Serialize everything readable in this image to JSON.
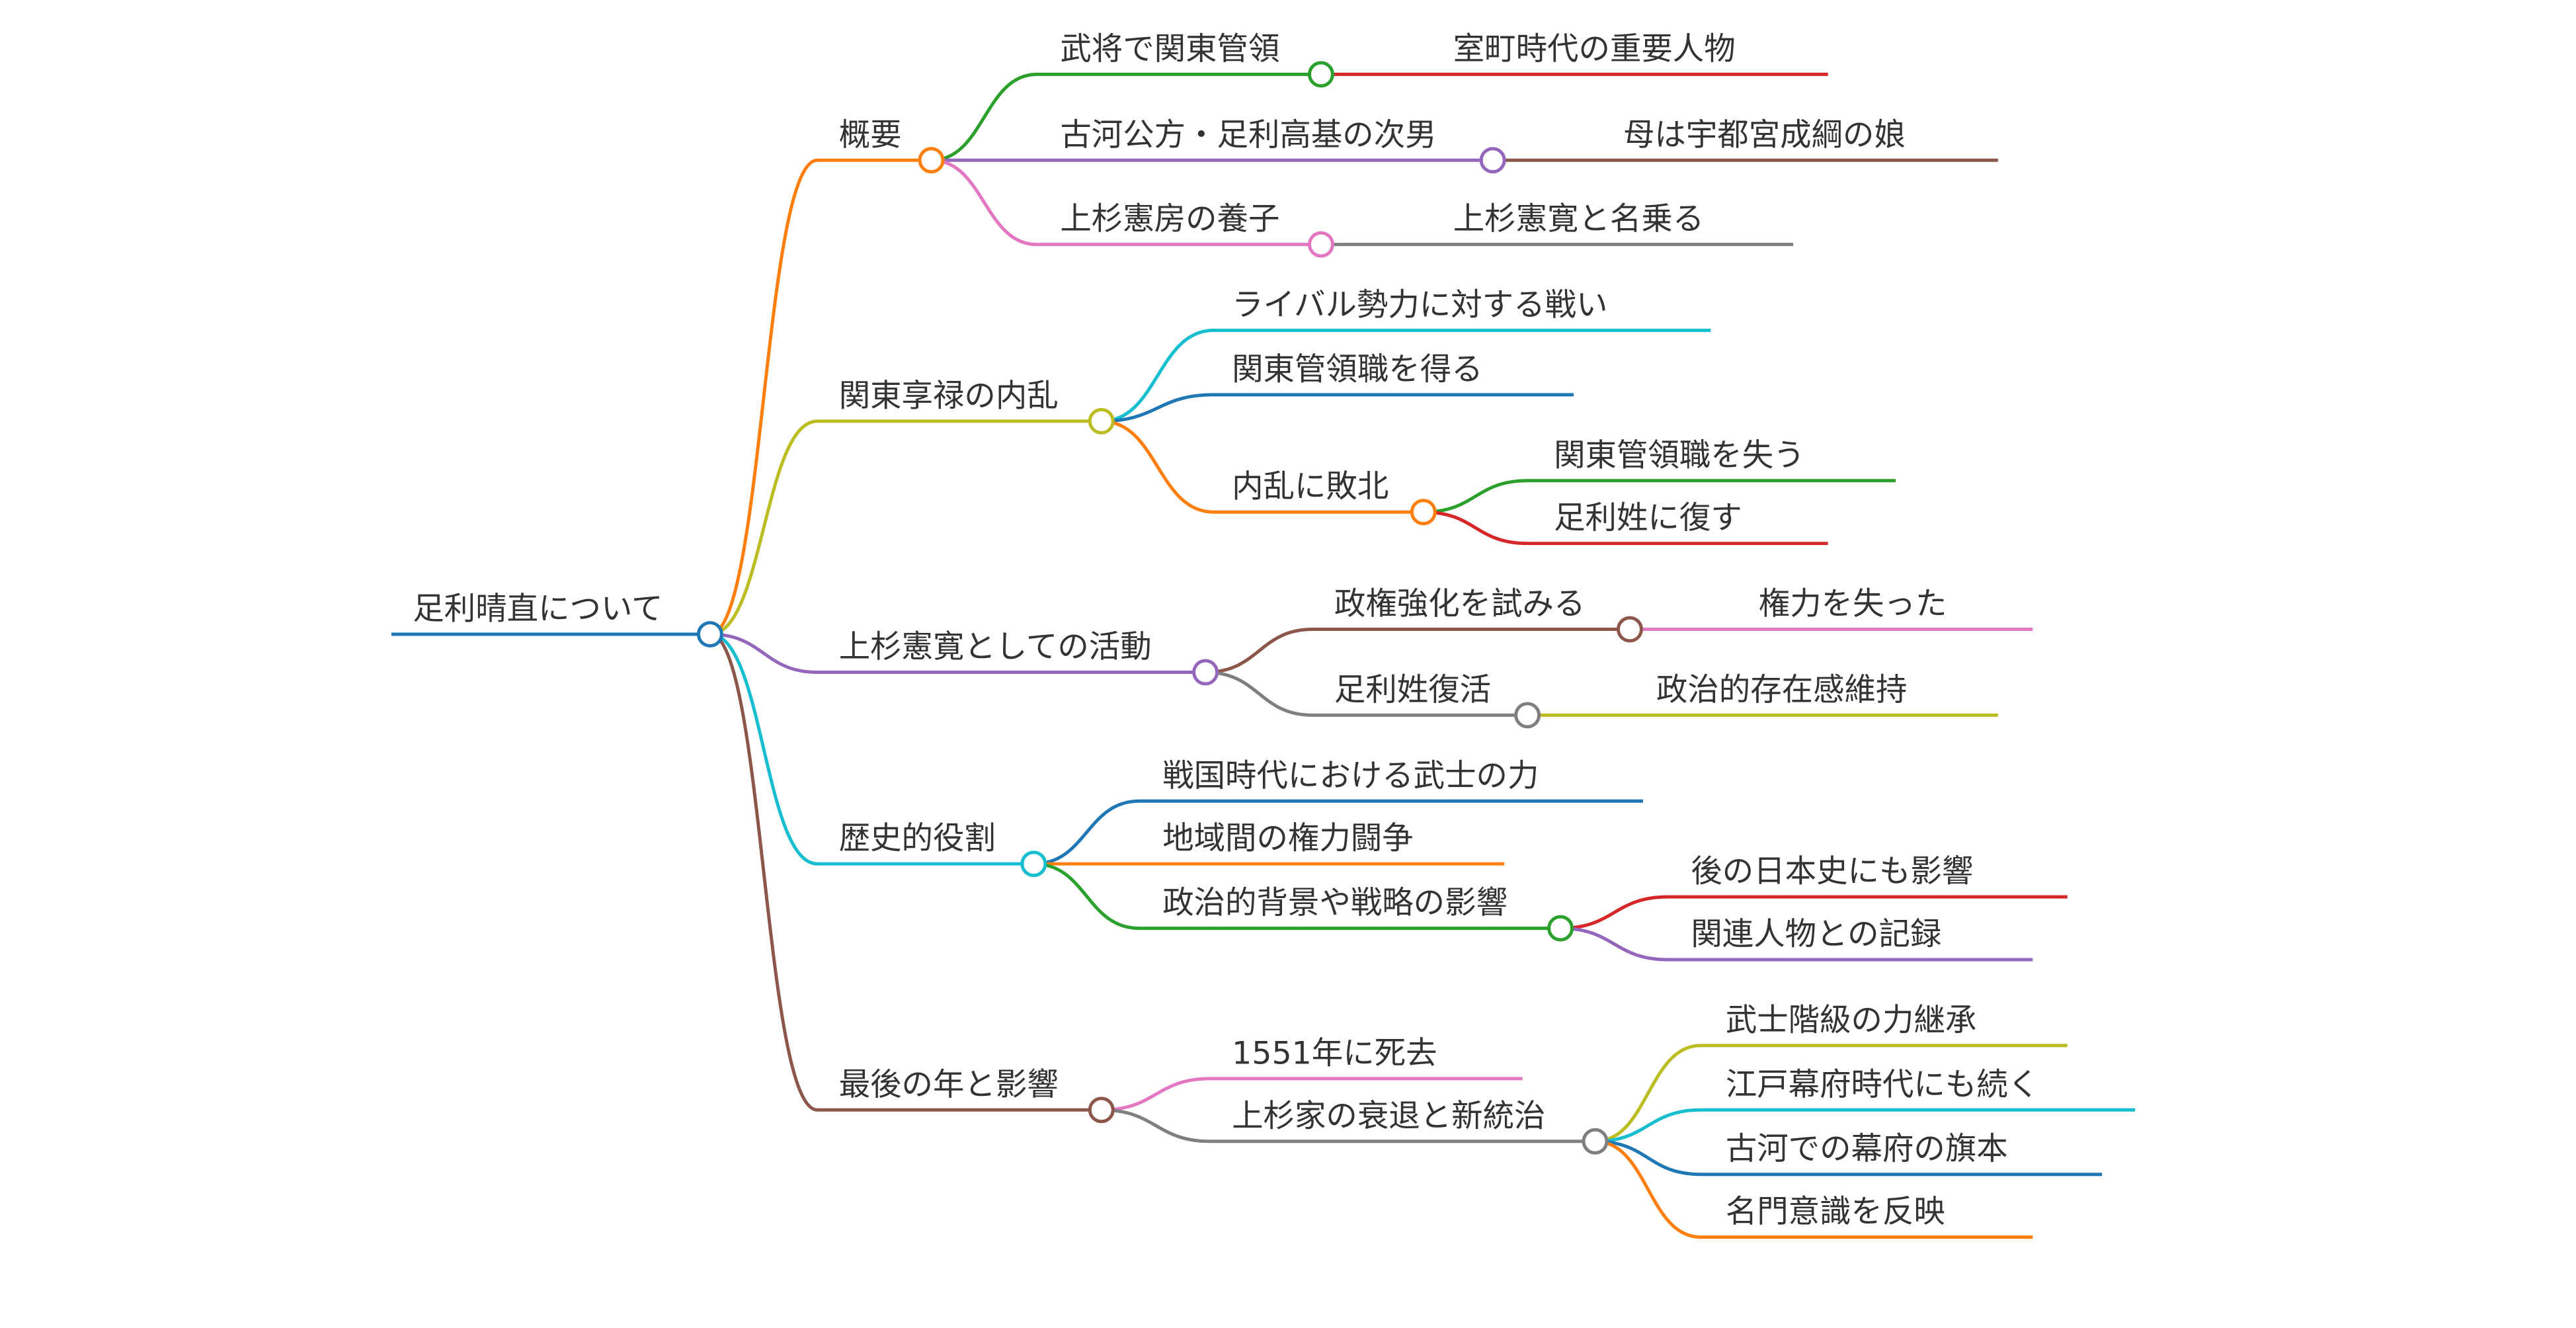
{
  "root": {
    "label": "足利晴直について",
    "color": "#1f77b4",
    "children": [
      {
        "label": "概要",
        "color": "#ff7f0e",
        "children": [
          {
            "label": "武将で関東管領",
            "color": "#2ca02c",
            "children": [
              {
                "label": "室町時代の重要人物",
                "color": "#d62728"
              }
            ]
          },
          {
            "label": "古河公方・足利高基の次男",
            "color": "#9467bd",
            "children": [
              {
                "label": "母は宇都宮成綱の娘",
                "color": "#8c564b"
              }
            ]
          },
          {
            "label": "上杉憲房の養子",
            "color": "#e377c2",
            "children": [
              {
                "label": "上杉憲寛と名乗る",
                "color": "#7f7f7f"
              }
            ]
          }
        ]
      },
      {
        "label": "関東享禄の内乱",
        "color": "#bcbd22",
        "children": [
          {
            "label": "ライバル勢力に対する戦い",
            "color": "#17becf"
          },
          {
            "label": "関東管領職を得る",
            "color": "#1f77b4"
          },
          {
            "label": "内乱に敗北",
            "color": "#ff7f0e",
            "children": [
              {
                "label": "関東管領職を失う",
                "color": "#2ca02c"
              },
              {
                "label": "足利姓に復す",
                "color": "#d62728"
              }
            ]
          }
        ]
      },
      {
        "label": "上杉憲寛としての活動",
        "color": "#9467bd",
        "children": [
          {
            "label": "政権強化を試みる",
            "color": "#8c564b",
            "children": [
              {
                "label": "権力を失った",
                "color": "#e377c2"
              }
            ]
          },
          {
            "label": "足利姓復活",
            "color": "#7f7f7f",
            "children": [
              {
                "label": "政治的存在感維持",
                "color": "#bcbd22"
              }
            ]
          }
        ]
      },
      {
        "label": "歴史的役割",
        "color": "#17becf",
        "children": [
          {
            "label": "戦国時代における武士の力",
            "color": "#1f77b4"
          },
          {
            "label": "地域間の権力闘争",
            "color": "#ff7f0e"
          },
          {
            "label": "政治的背景や戦略の影響",
            "color": "#2ca02c",
            "children": [
              {
                "label": "後の日本史にも影響",
                "color": "#d62728"
              },
              {
                "label": "関連人物との記録",
                "color": "#9467bd"
              }
            ]
          }
        ]
      },
      {
        "label": "最後の年と影響",
        "color": "#8c564b",
        "children": [
          {
            "label": "1551年に死去",
            "color": "#e377c2"
          },
          {
            "label": "上杉家の衰退と新統治",
            "color": "#7f7f7f",
            "children": [
              {
                "label": "武士階級の力継承",
                "color": "#bcbd22"
              },
              {
                "label": "江戸幕府時代にも続く",
                "color": "#17becf"
              },
              {
                "label": "古河での幕府の旗本",
                "color": "#1f77b4"
              },
              {
                "label": "名門意識を反映",
                "color": "#ff7f0e"
              }
            ]
          }
        ]
      }
    ]
  }
}
